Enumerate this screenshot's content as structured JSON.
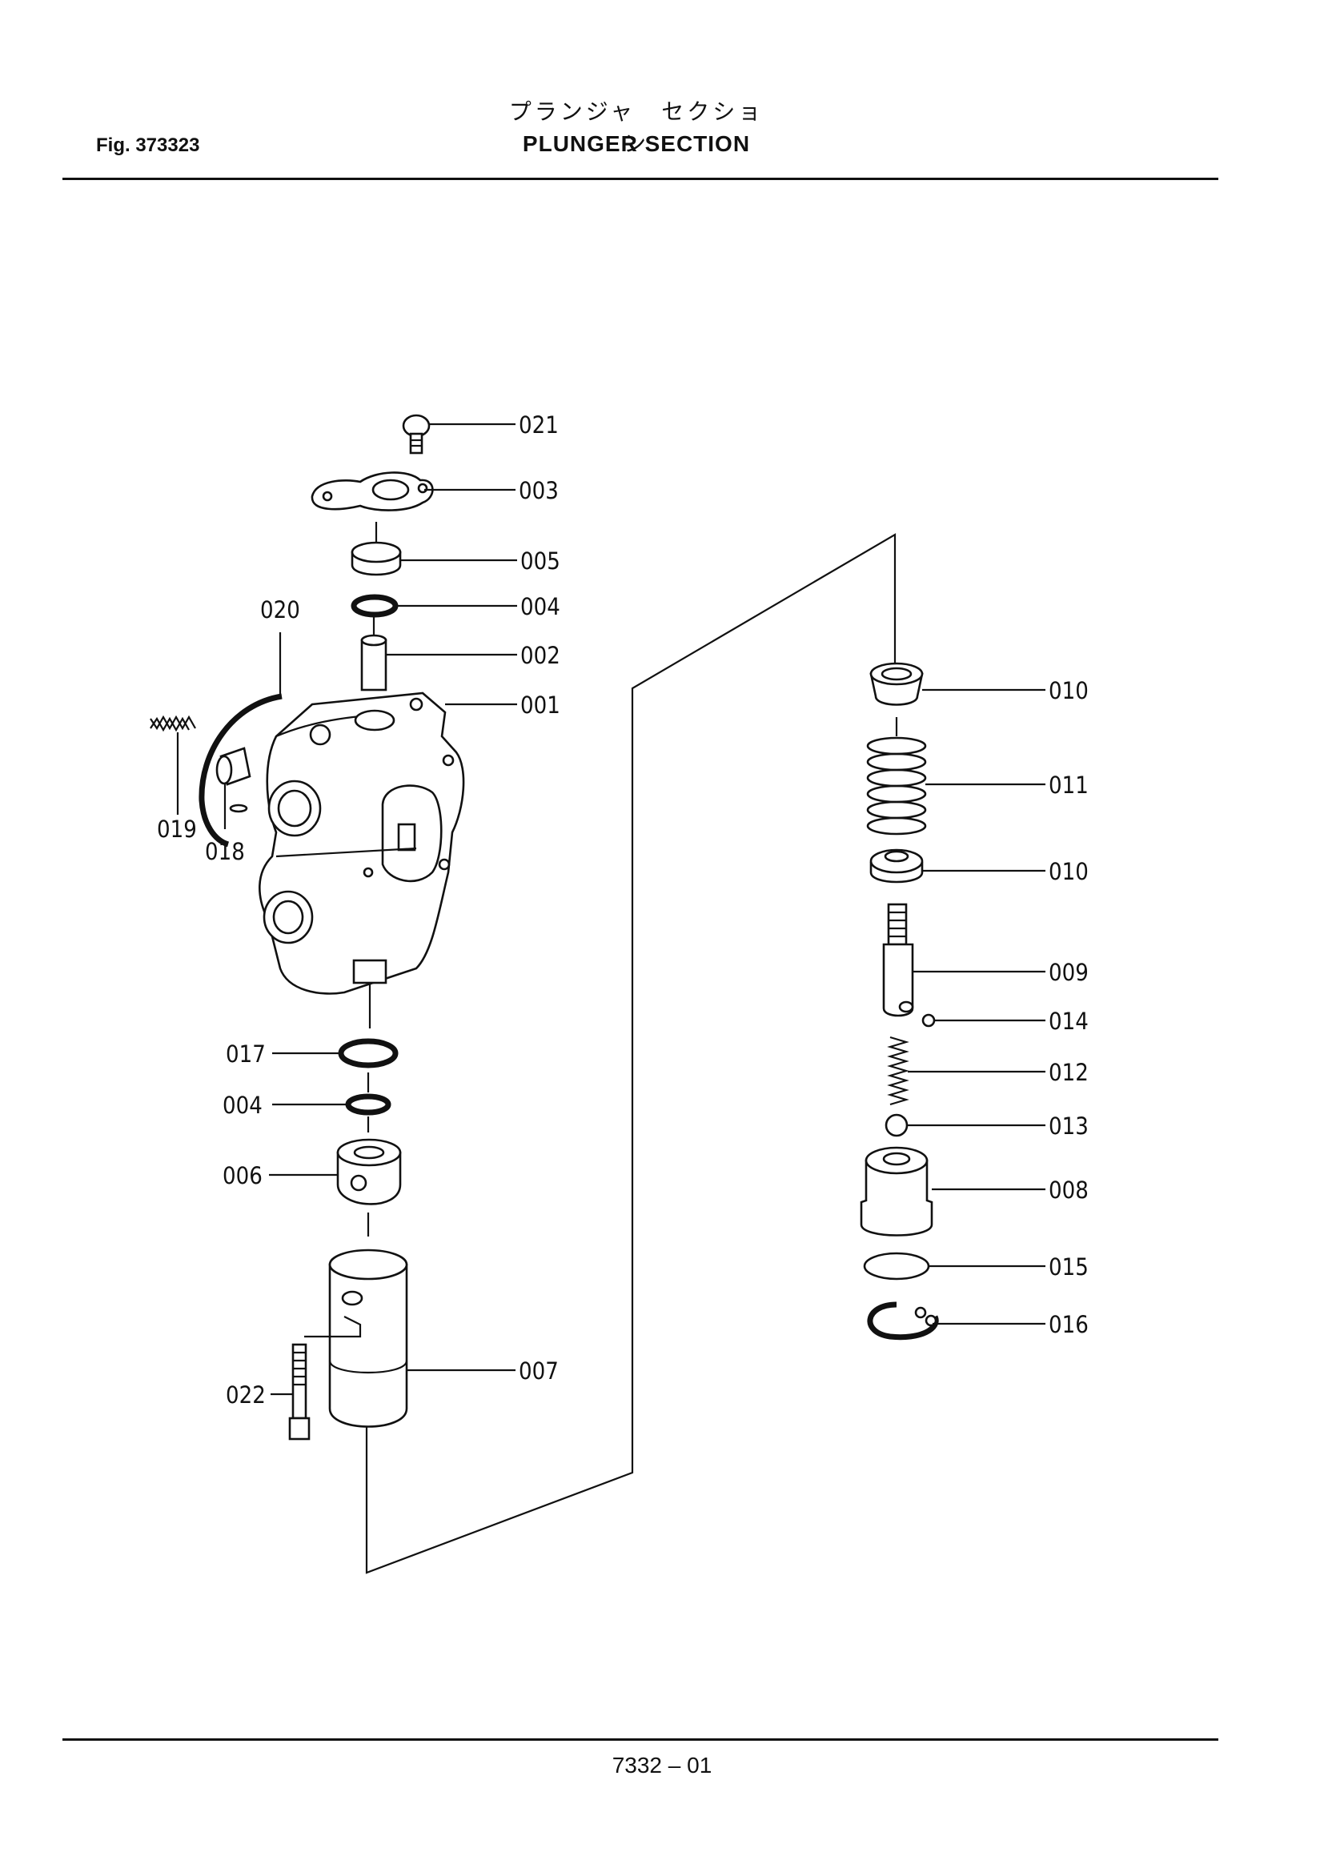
{
  "header": {
    "title_jp": "プランジャ　セクション",
    "fig_label": "Fig.  373323",
    "title_en": "PLUNGER  SECTION"
  },
  "footer": {
    "page_number": "7332 – 01"
  },
  "callouts": {
    "p021": "021",
    "p003": "003",
    "p005": "005",
    "p004a": "004",
    "p002": "002",
    "p001": "001",
    "p020": "020",
    "p019": "019",
    "p018": "018",
    "p017": "017",
    "p004b": "004",
    "p006": "006",
    "p007": "007",
    "p022": "022",
    "p010a": "010",
    "p011": "011",
    "p010b": "010",
    "p009": "009",
    "p014": "014",
    "p012": "012",
    "p013": "013",
    "p008": "008",
    "p015": "015",
    "p016": "016"
  }
}
